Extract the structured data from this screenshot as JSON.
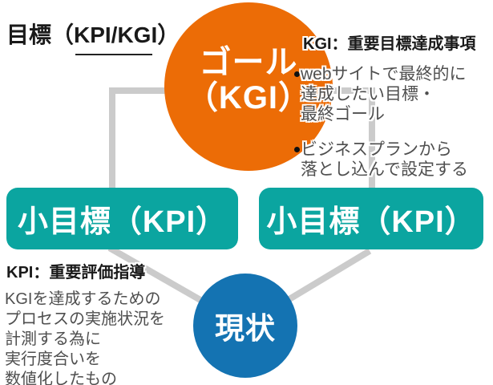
{
  "colors": {
    "orange": "#ec6c06",
    "teal": "#0ba5a0",
    "blue": "#1473b2",
    "line": "#cbcbcb",
    "heading": "#1a1a1a",
    "body": "#4f4f4f"
  },
  "title": {
    "text": "目標（KPI/KGI）"
  },
  "nodes": {
    "goal": {
      "line1": "ゴール",
      "line2": "（KGI）"
    },
    "kpi_left": {
      "label": "小目標（KPI）"
    },
    "kpi_right": {
      "label": "小目標（KPI）"
    },
    "current": {
      "label": "現状"
    }
  },
  "kgi_note": {
    "heading": "KGI：重要目標達成事項",
    "bullets": [
      {
        "text": "webサイトで最終的に\n達成したい目標・\n最終ゴール"
      },
      {
        "text": "ビジネスプランから\n落とし込んで設定する"
      }
    ]
  },
  "kpi_note": {
    "heading": "KPI：重要評価指導",
    "body": "KGIを達成するための\nプロセスの実施状況を\n計測する為に\n実行度合いを\n数値化したもの"
  }
}
